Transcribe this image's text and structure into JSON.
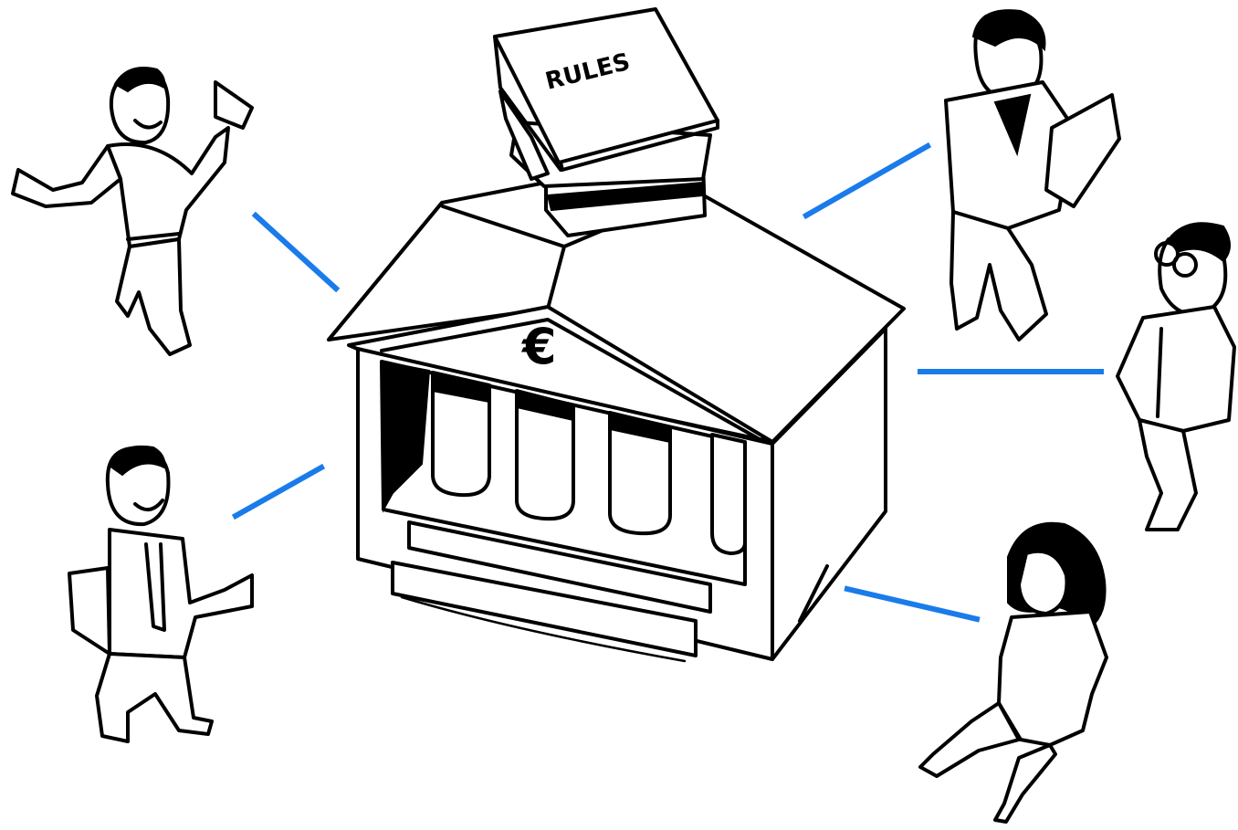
{
  "diagram": {
    "center": {
      "book_label": "RULES",
      "currency_symbol": "€"
    },
    "connector_color": "#1a7bea",
    "stakeholders": [
      {
        "id": "man-top-left",
        "icon": "man-holding-scroll-icon"
      },
      {
        "id": "man-bottom-left",
        "icon": "man-with-folder-icon"
      },
      {
        "id": "man-top-right",
        "icon": "man-reading-document-icon"
      },
      {
        "id": "man-middle-right",
        "icon": "man-with-glasses-thinking-icon"
      },
      {
        "id": "woman-bottom-right",
        "icon": "woman-sitting-icon"
      }
    ]
  }
}
